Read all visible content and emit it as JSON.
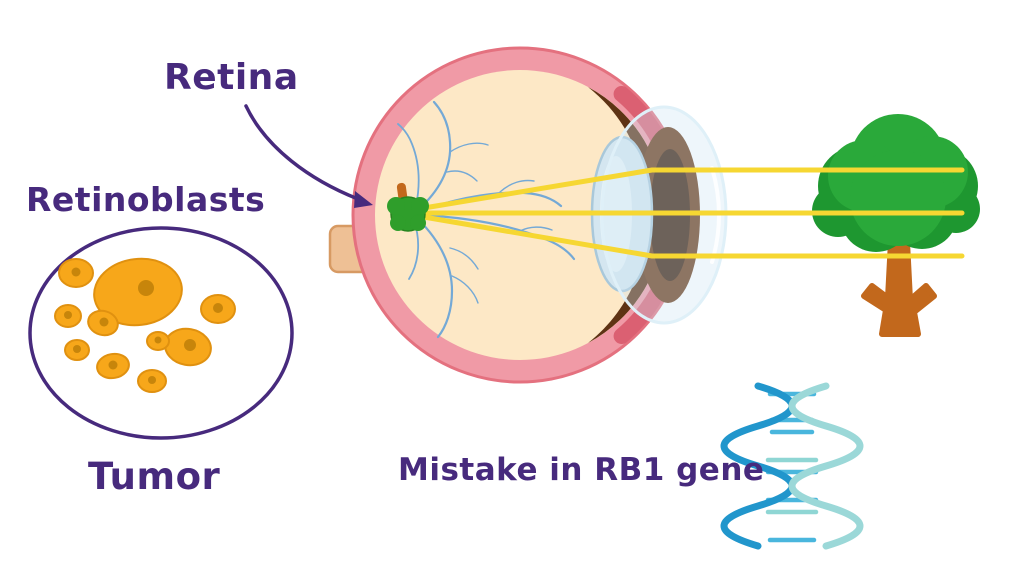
{
  "labels": {
    "retina": "Retina",
    "retinoblasts": "Retinoblasts",
    "tumor": "Tumor",
    "gene_caption": "Mistake in RB1 gene"
  },
  "illustrations": {
    "eye_diagram": "cross-section of human eye with retinal tumor",
    "light_rays": "three yellow rays from tree focusing through lens onto retina",
    "tumor_cells": "cluster of orange retinoblast cells inside purple circle",
    "dna_helix": "blue DNA double helix",
    "tree": "green tree viewed by the eye"
  },
  "colors": {
    "label_text": "#472a7d",
    "eye_sclera_ring": "#f09aa6",
    "eye_rim_red": "#db6072",
    "eye_interior": "#fde8c6",
    "eye_vitreous_shadow": "#5e3314",
    "optic_nerve_tan": "#eec095",
    "lens_blue": "#d4e6f0",
    "cornea_tint": "#cde6f3",
    "light_ray_yellow": "#f6d732",
    "tumor_green": "#2f9e2b",
    "vessel_blue": "#74a9d6",
    "cell_orange": "#f7a71a",
    "cell_nucleus": "#c7850b",
    "tree_canopy_green": "#2aa93a",
    "tree_trunk_brown": "#c2681c",
    "dna_strand_dark": "#2196cc",
    "dna_strand_light": "#9bd8d8",
    "dna_rung": "#49b6dd"
  }
}
